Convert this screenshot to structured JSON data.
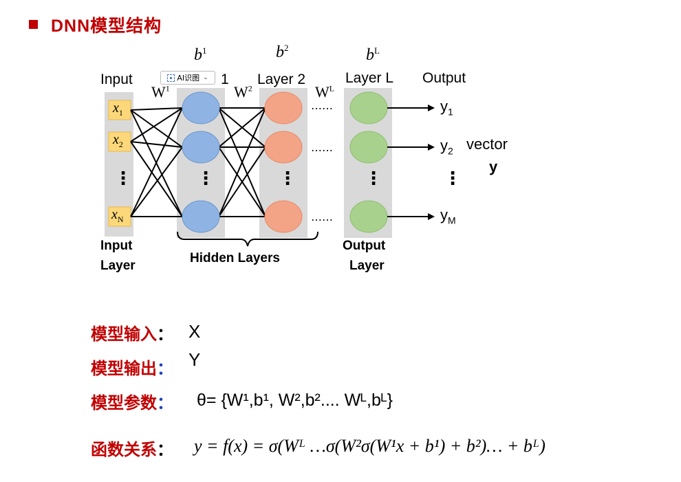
{
  "title": "DNN模型结构",
  "diagram": {
    "bias_labels": [
      "b",
      "b",
      "b"
    ],
    "bias_sups": [
      "1",
      "2",
      "L"
    ],
    "layer_headers": {
      "input": "Input",
      "layer1_partial": "1",
      "layer2": "Layer 2",
      "layerL": "Layer L",
      "output": "Output"
    },
    "weight_labels": [
      "W",
      "W",
      "W"
    ],
    "weight_sups": [
      "1",
      "2",
      "L"
    ],
    "input_nodes": [
      {
        "base": "x",
        "sub": "1"
      },
      {
        "base": "x",
        "sub": "2"
      },
      {
        "base": "x",
        "sub": "N"
      }
    ],
    "dots_h": "……",
    "dots_v": "⋮",
    "outputs": [
      {
        "base": "y",
        "sub": "1"
      },
      {
        "base": "y",
        "sub": "2"
      },
      {
        "base": "y",
        "sub": "M"
      }
    ],
    "vector_label_1": "vector",
    "vector_label_2": "y",
    "bottom_labels": {
      "input_layer_1": "Input",
      "input_layer_2": "Layer",
      "hidden_layers": "Hidden Layers",
      "output_layer_1": "Output",
      "output_layer_2": "Layer"
    },
    "colors": {
      "hidden1": "#8fb4e3",
      "hidden2": "#f4a486",
      "outputL": "#a9d18e",
      "input_box": "#fdd87a",
      "band": "#d9d9d9"
    }
  },
  "ai_badge": {
    "label": "AI识图",
    "icon": "scan-icon"
  },
  "model": {
    "input_label": "模型输入",
    "input_value": "X",
    "output_label": "模型输出",
    "output_value": "Y",
    "params_label": "模型参数",
    "params_value": "θ= {W¹,b¹, W²,b².... Wᴸ,bᴸ}",
    "function_label": "函数关系",
    "function_value": "y = f(x) = σ(Wᴸ …σ(W²σ(W¹x + b¹) + b²)… + bᴸ)"
  },
  "colon": "："
}
